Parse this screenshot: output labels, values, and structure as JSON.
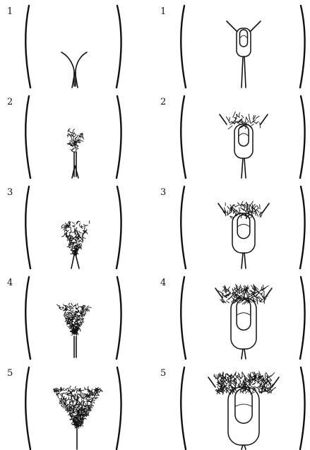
{
  "figure": {
    "columns": [
      {
        "id": "left",
        "stages": [
          "1",
          "2",
          "3",
          "4",
          "5"
        ]
      },
      {
        "id": "right",
        "stages": [
          "1",
          "2",
          "3",
          "4",
          "5"
        ]
      }
    ]
  },
  "colors": {
    "ink": "#111111",
    "background": "#ffffff"
  }
}
